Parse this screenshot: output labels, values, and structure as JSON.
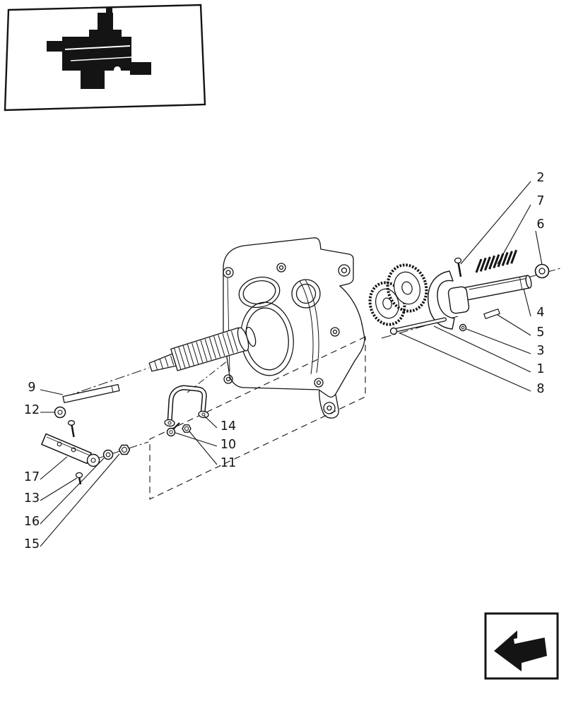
{
  "page": {
    "background": "#ffffff",
    "ink": "#141414",
    "kind": "exploded-parts-diagram"
  },
  "callouts": {
    "c1": "1",
    "c2": "2",
    "c3": "3",
    "c4": "4",
    "c5": "5",
    "c6": "6",
    "c7": "7",
    "c8": "8",
    "c9": "9",
    "c10": "10",
    "c11": "11",
    "c12": "12",
    "c13": "13",
    "c14": "14",
    "c15": "15",
    "c16": "16",
    "c17": "17"
  },
  "thumbnail": {
    "icon": "machine-assembly-thumbnail"
  },
  "nav": {
    "icon": "back-arrow-icon"
  }
}
